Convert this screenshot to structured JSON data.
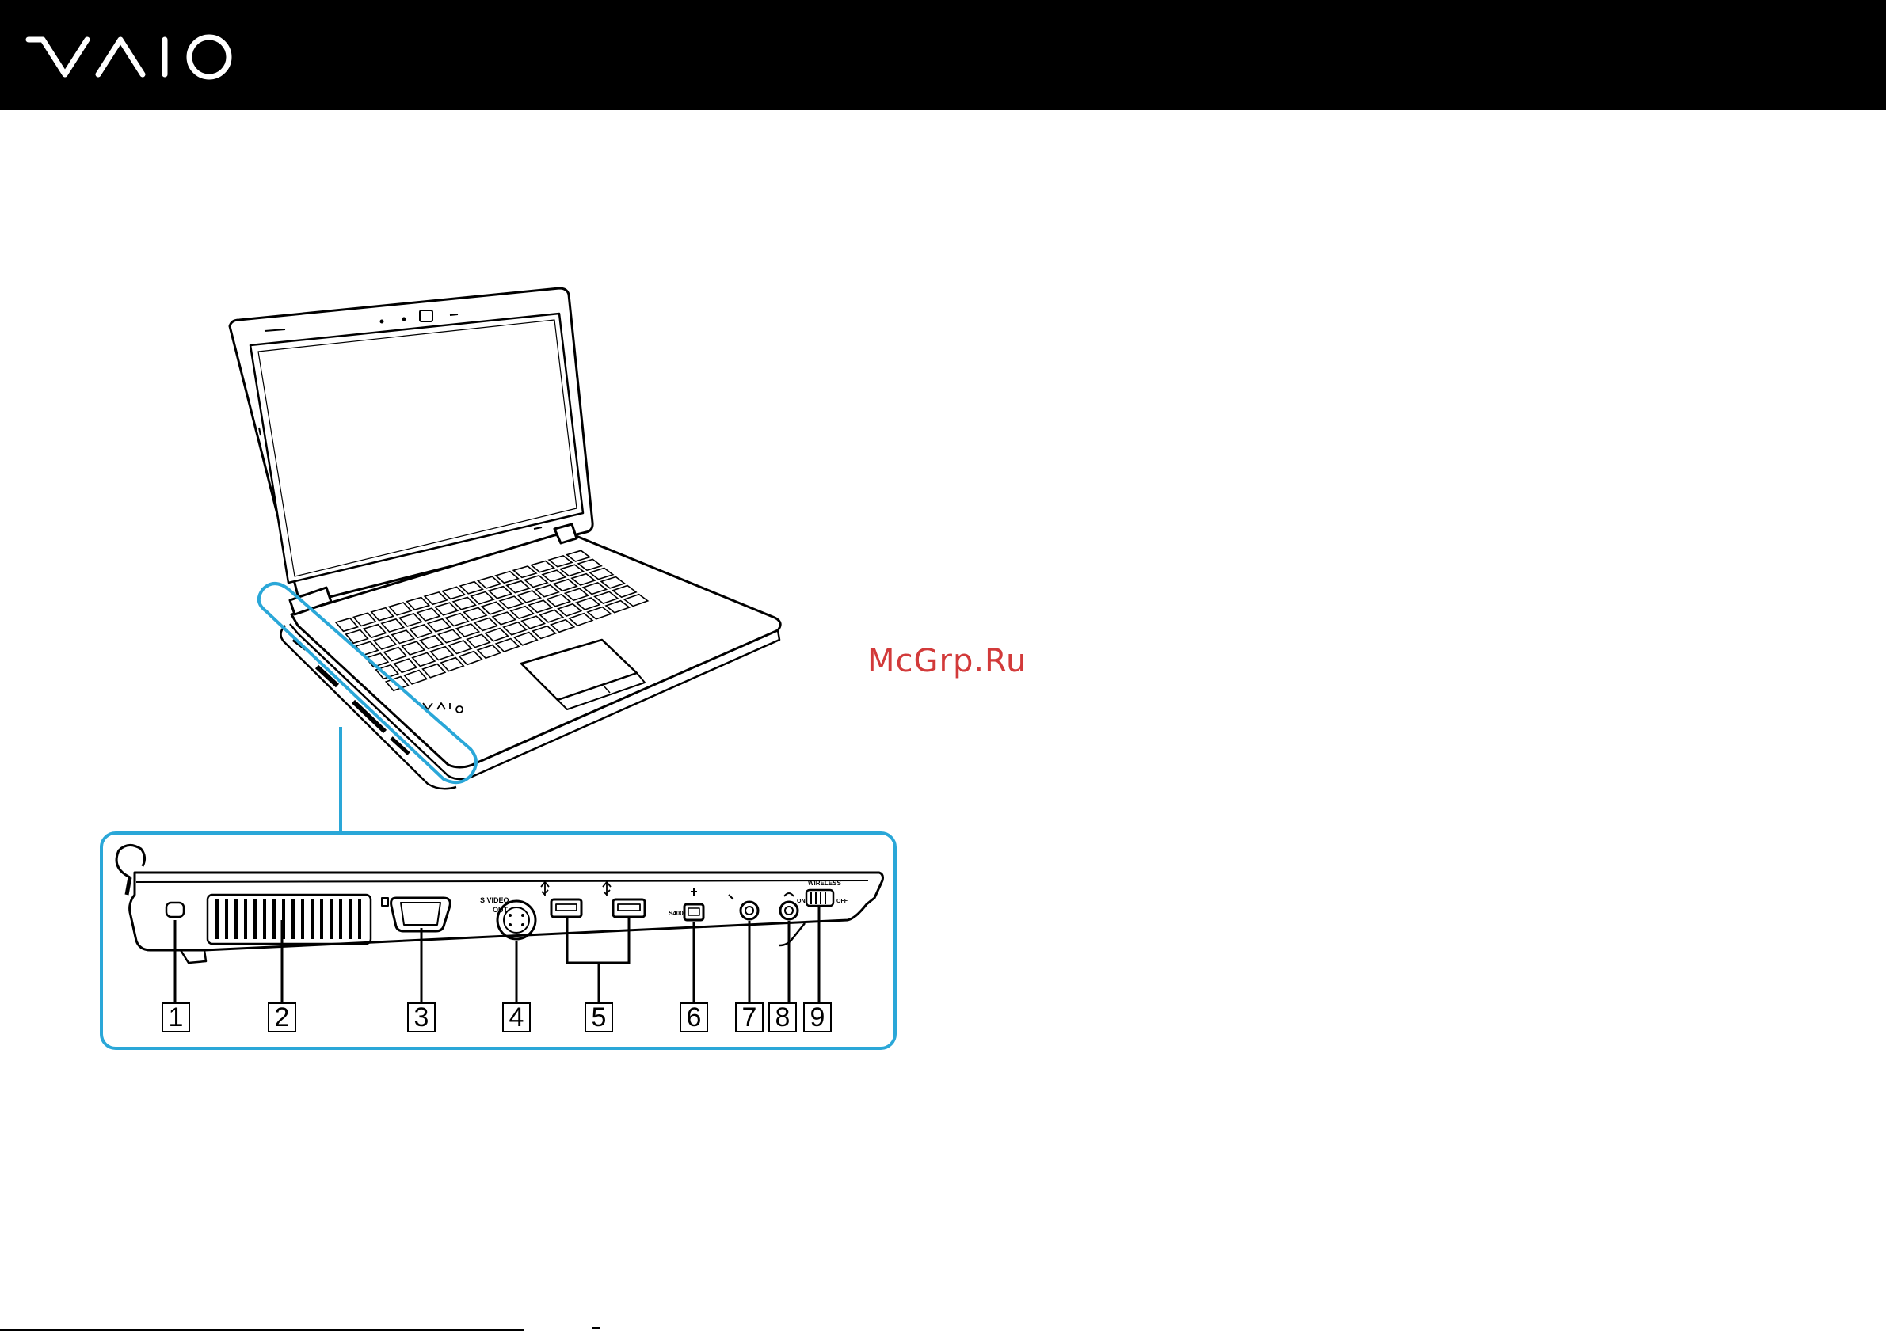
{
  "header": {
    "logo": "VAIO",
    "logo_icon": "vaio-logo-icon",
    "background": "#000000"
  },
  "watermark": "McGrp.Ru",
  "figure": {
    "accent_color": "#2aa7d8",
    "port_labels": {
      "s_video": "S VIDEO",
      "s_video_out": "OUT",
      "firewire": "S400",
      "wireless": "WIRELESS",
      "on": "ON",
      "off": "OFF"
    },
    "callouts": [
      "1",
      "2",
      "3",
      "4",
      "5",
      "6",
      "7",
      "8",
      "9"
    ]
  }
}
